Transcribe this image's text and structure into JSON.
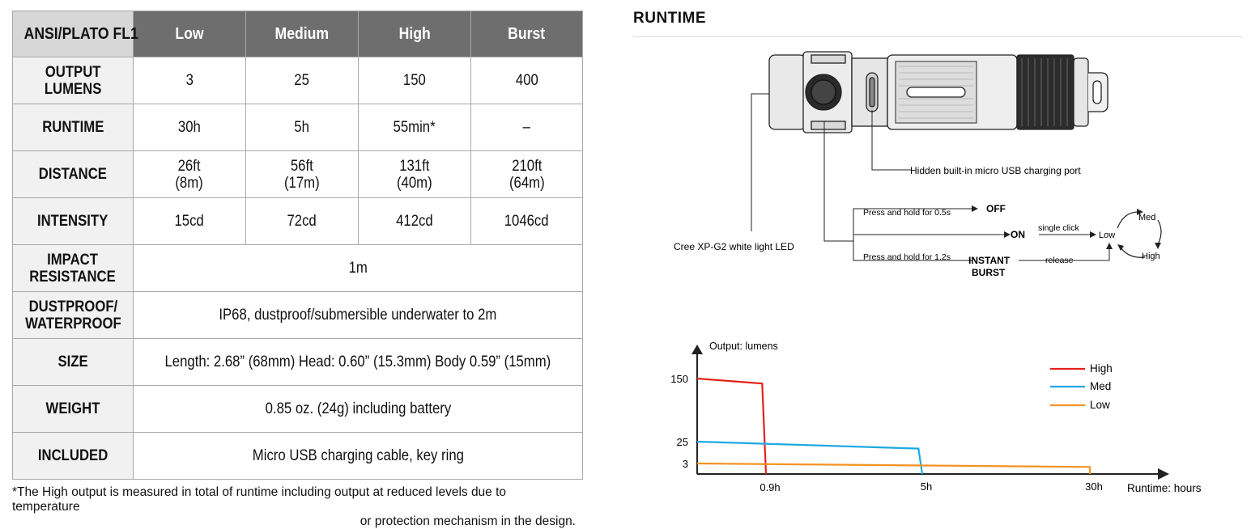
{
  "spec_table": {
    "header": [
      "ANSI/PLATO FL1",
      "Low",
      "Medium",
      "High",
      "Burst"
    ],
    "rows": [
      {
        "label": "OUTPUT\nLUMENS",
        "values": [
          "3",
          "25",
          "150",
          "400"
        ]
      },
      {
        "label": "RUNTIME",
        "values": [
          "30h",
          "5h",
          "55min*",
          "–"
        ]
      },
      {
        "label": "DISTANCE",
        "values": [
          "26ft\n(8m)",
          "56ft\n(17m)",
          "131ft\n(40m)",
          "210ft\n(64m)"
        ]
      },
      {
        "label": "INTENSITY",
        "values": [
          "15cd",
          "72cd",
          "412cd",
          "1046cd"
        ]
      },
      {
        "label": "IMPACT\nRESISTANCE",
        "span": "1m"
      },
      {
        "label": "DUSTPROOF/\nWATERPROOF",
        "span": "IP68, dustproof/submersible underwater to 2m"
      },
      {
        "label": "SIZE",
        "span": "Length: 2.68” (68mm) Head: 0.60” (15.3mm) Body 0.59” (15mm)"
      },
      {
        "label": "WEIGHT",
        "span": "0.85 oz. (24g) including battery"
      },
      {
        "label": "INCLUDED",
        "span": "Micro USB charging cable, key ring"
      }
    ],
    "footnote_line1": "*The High output is measured in total of runtime including output at reduced levels due to temperature",
    "footnote_line2": "or protection mechanism in the design."
  },
  "runtime_section": {
    "title": "RUNTIME"
  },
  "diagram": {
    "usb_label": "Hidden built-in micro USB charging port",
    "led_label": "Cree XP-G2 white light LED",
    "hold_short": "Press and hold for 0.5s",
    "hold_long": "Press and hold for 1.2s",
    "off": "OFF",
    "on": "ON",
    "single_click": "single click",
    "instant": "INSTANT",
    "burst": "BURST",
    "release": "release",
    "low": "Low",
    "med": "Med",
    "high": "High"
  },
  "chart_data": {
    "type": "line",
    "ylabel": "Output: lumens",
    "xlabel": "Runtime: hours",
    "y_ticks": [
      150,
      25,
      3
    ],
    "x_ticks": [
      "0.9h",
      "5h",
      "30h"
    ],
    "legend_position": "top-right",
    "series": [
      {
        "name": "High",
        "color": "#e2231a",
        "points": [
          [
            0,
            150
          ],
          [
            0.85,
            140
          ],
          [
            0.9,
            0
          ]
        ]
      },
      {
        "name": "Med",
        "color": "#1fa9e1",
        "points": [
          [
            0,
            25
          ],
          [
            4.9,
            18
          ],
          [
            5,
            0
          ]
        ]
      },
      {
        "name": "Low",
        "color": "#f39323",
        "points": [
          [
            0,
            3
          ],
          [
            30,
            2
          ],
          [
            30,
            0
          ]
        ]
      }
    ]
  }
}
